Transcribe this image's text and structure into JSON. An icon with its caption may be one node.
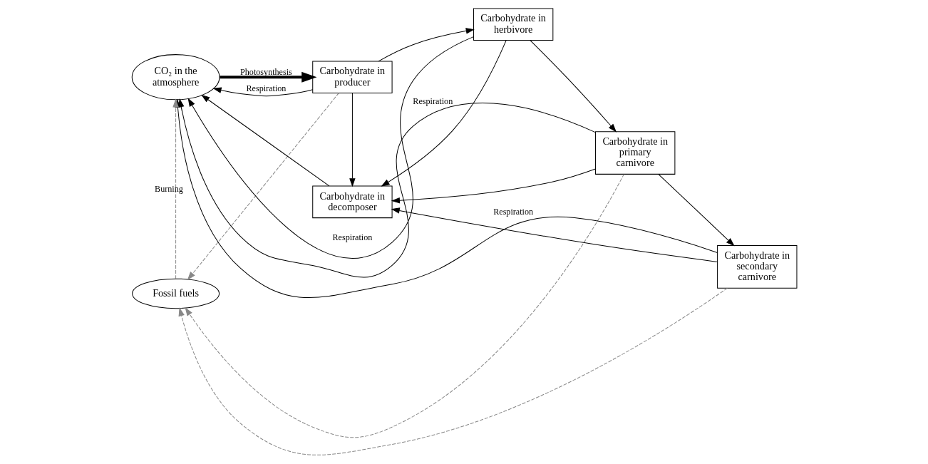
{
  "diagram": {
    "nodes": [
      {
        "text": [
          "CO₂ in the atmosphere"
        ]
      },
      {
        "text": [
          "Carbohydrate in producer"
        ]
      },
      {
        "text": [
          "Carbohydrate in herbivore"
        ]
      },
      {
        "text": [
          "Carbohydrate in primary carnivore"
        ]
      },
      {
        "text": [
          "Carbohydrate in secondary carnivore"
        ]
      },
      {
        "text": [
          "Carbohydrate in decomposer"
        ]
      },
      {
        "text": [
          "Fossil fuels"
        ]
      }
    ],
    "edges": [
      {
        "from": 0,
        "to": 1,
        "arrow": "to",
        "label": "Photosynthesis",
        "style": "thick"
      },
      {
        "from": 1,
        "to": 0,
        "arrow": "to",
        "label": "Respiration"
      },
      {
        "from": 2,
        "to": 0,
        "arrow": "to",
        "label": "Respiration"
      },
      {
        "from": 3,
        "to": 0,
        "arrow": "to",
        "label": "Respiration"
      },
      {
        "from": 4,
        "to": 0,
        "arrow": "to",
        "label": "Respiration"
      },
      {
        "from": 1,
        "to": 2,
        "arrow": "to"
      },
      {
        "from": 2,
        "to": 3,
        "arrow": "to"
      },
      {
        "from": 3,
        "to": 4,
        "arrow": "to"
      },
      {
        "from": 1,
        "to": 5,
        "arrow": "to"
      },
      {
        "from": 2,
        "to": 5,
        "arrow": "to"
      },
      {
        "from": 3,
        "to": 5,
        "arrow": "to"
      },
      {
        "from": 4,
        "to": 5,
        "arrow": "to"
      },
      {
        "from": 5,
        "to": 0,
        "arrow": "to"
      },
      {
        "from": 1,
        "to": 6,
        "arrow": "to",
        "style": "dashed",
        "color": "#888888"
      },
      {
        "from": 3,
        "to": 6,
        "arrow": "to",
        "style": "dashed",
        "color": "#888888"
      },
      {
        "from": 4,
        "to": 6,
        "arrow": "to",
        "style": "dashed",
        "color": "#888888"
      },
      {
        "from": 6,
        "to": 0,
        "arrow": "to",
        "label": "Burning",
        "style": "dashed",
        "color": "#888888"
      }
    ]
  }
}
